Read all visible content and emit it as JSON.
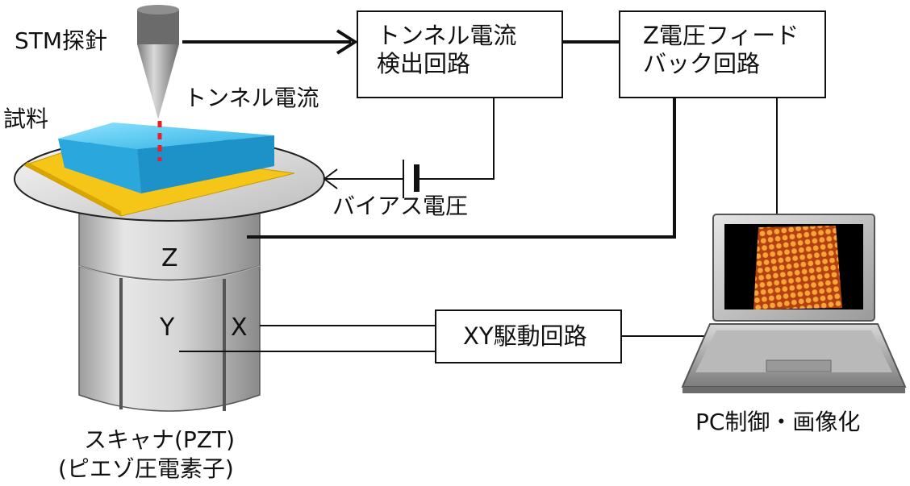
{
  "labels": {
    "stm_probe": "STM探針",
    "tunnel_current": "トンネル電流",
    "sample": "試料",
    "bias_voltage": "バイアス電圧",
    "scanner_line1": "スキャナ(PZT)",
    "scanner_line2": "(ピエゾ圧電素子)",
    "pc_control": "PC制御・画像化"
  },
  "boxes": {
    "tunnel_detect": {
      "line1": "トンネル電流",
      "line2": "検出回路"
    },
    "z_feedback": {
      "line1": "Z電圧フィード",
      "line2": "バック回路"
    },
    "xy_drive": {
      "line1": "XY駆動回路"
    }
  },
  "axes": {
    "z": "Z",
    "y": "Y",
    "x": "X"
  },
  "colors": {
    "sample_top": "#39b8ea",
    "sample_base": "#f5c518",
    "tunnel_dash": "#e8202a",
    "screen_image": "#e07a18",
    "stroke": "#111111"
  }
}
